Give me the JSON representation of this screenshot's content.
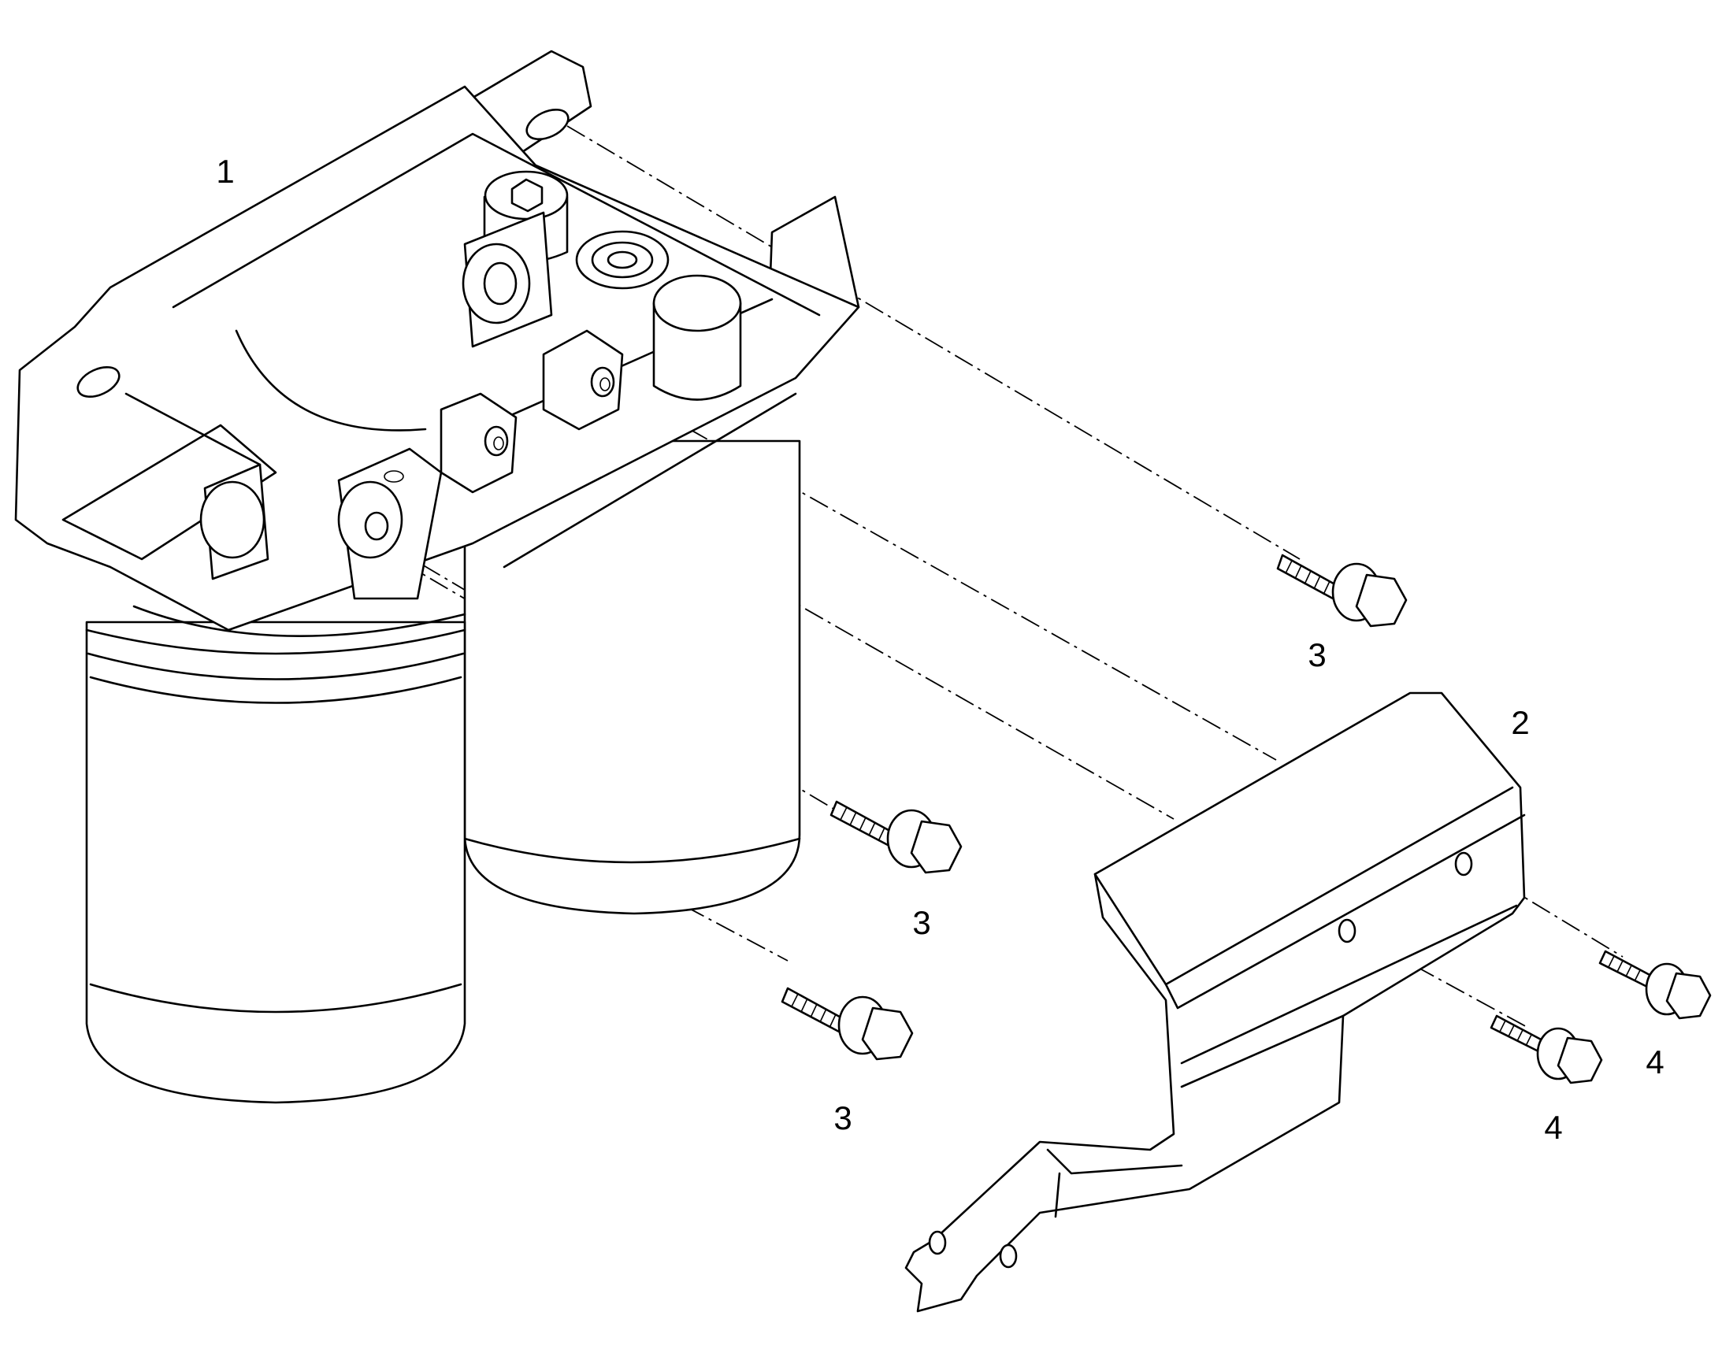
{
  "callouts": {
    "filter_head_assembly": "1",
    "mounting_bracket": "2",
    "bolt_upper_right": "3",
    "bolt_middle": "3",
    "bolt_lower": "3",
    "bolt_bracket_left": "4",
    "bolt_bracket_right": "4"
  }
}
